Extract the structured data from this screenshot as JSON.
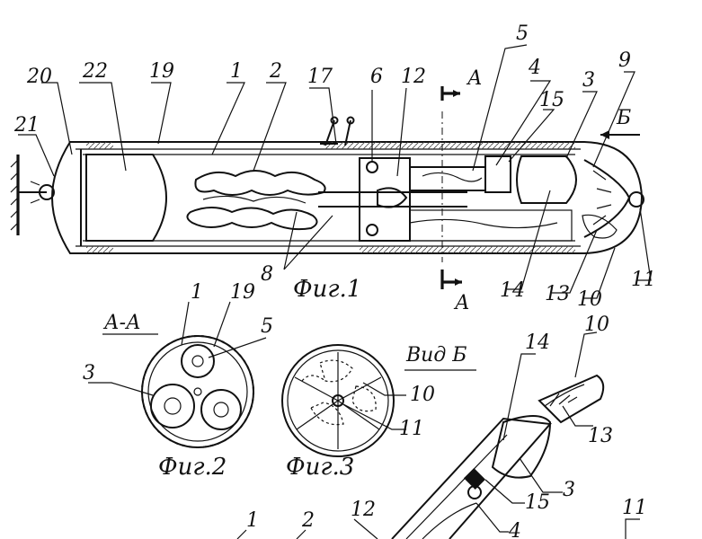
{
  "figure_captions": {
    "fig1": "Фиг.1",
    "fig2": "Фиг.2",
    "fig3": "Фиг.3"
  },
  "view_labels": {
    "section_aa": "А-А",
    "view_b": "Вид Б",
    "section_marker_top": "А",
    "section_marker_bottom": "А",
    "view_arrow": "Б"
  },
  "fig1_callouts": [
    "1",
    "2",
    "3",
    "4",
    "5",
    "6",
    "8",
    "9",
    "10",
    "11",
    "12",
    "13",
    "14",
    "15",
    "17",
    "19",
    "20",
    "21",
    "22"
  ],
  "fig2_callouts": [
    "1",
    "19",
    "5",
    "3"
  ],
  "fig3_callouts": [
    "10",
    "11"
  ],
  "fig4_callouts": [
    "14",
    "10",
    "13",
    "3",
    "15",
    "4",
    "1",
    "2",
    "12",
    "11"
  ]
}
